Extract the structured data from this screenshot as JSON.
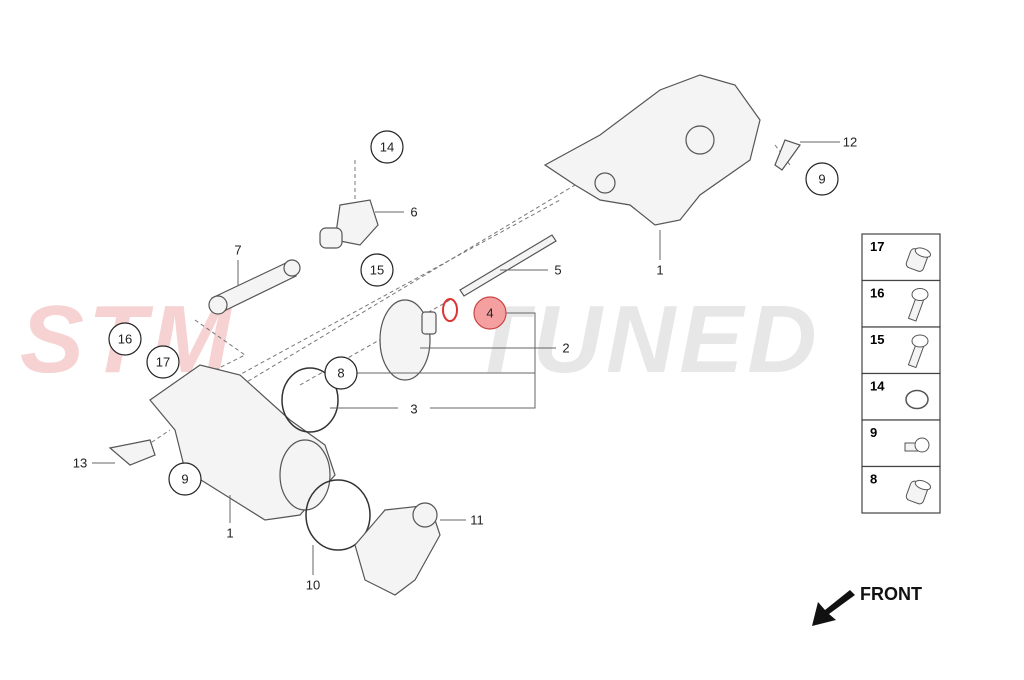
{
  "watermark": {
    "part1": "STM",
    "part2": "TUNED",
    "color1": "#e88080",
    "color2": "#cccccc"
  },
  "callouts": {
    "c14": "14",
    "c6": "6",
    "c15": "15",
    "c7": "7",
    "c16": "16",
    "c17": "17",
    "c8": "8",
    "c4": "4",
    "c5": "5",
    "c2": "2",
    "c3": "3",
    "c1a": "1",
    "c12": "12",
    "c9a": "9",
    "c13": "13",
    "c9b": "9",
    "c1b": "1",
    "c10": "10",
    "c11": "11"
  },
  "highlight_color": "#f4a0a0",
  "legend": [
    {
      "num": "17",
      "icon": "sleeve-icon"
    },
    {
      "num": "16",
      "icon": "bolt-icon"
    },
    {
      "num": "15",
      "icon": "bolt-icon"
    },
    {
      "num": "14",
      "icon": "seal-ring-icon"
    },
    {
      "num": "9",
      "icon": "bolt-short-icon"
    },
    {
      "num": "8",
      "icon": "sleeve-icon"
    }
  ],
  "front_label": "FRONT"
}
